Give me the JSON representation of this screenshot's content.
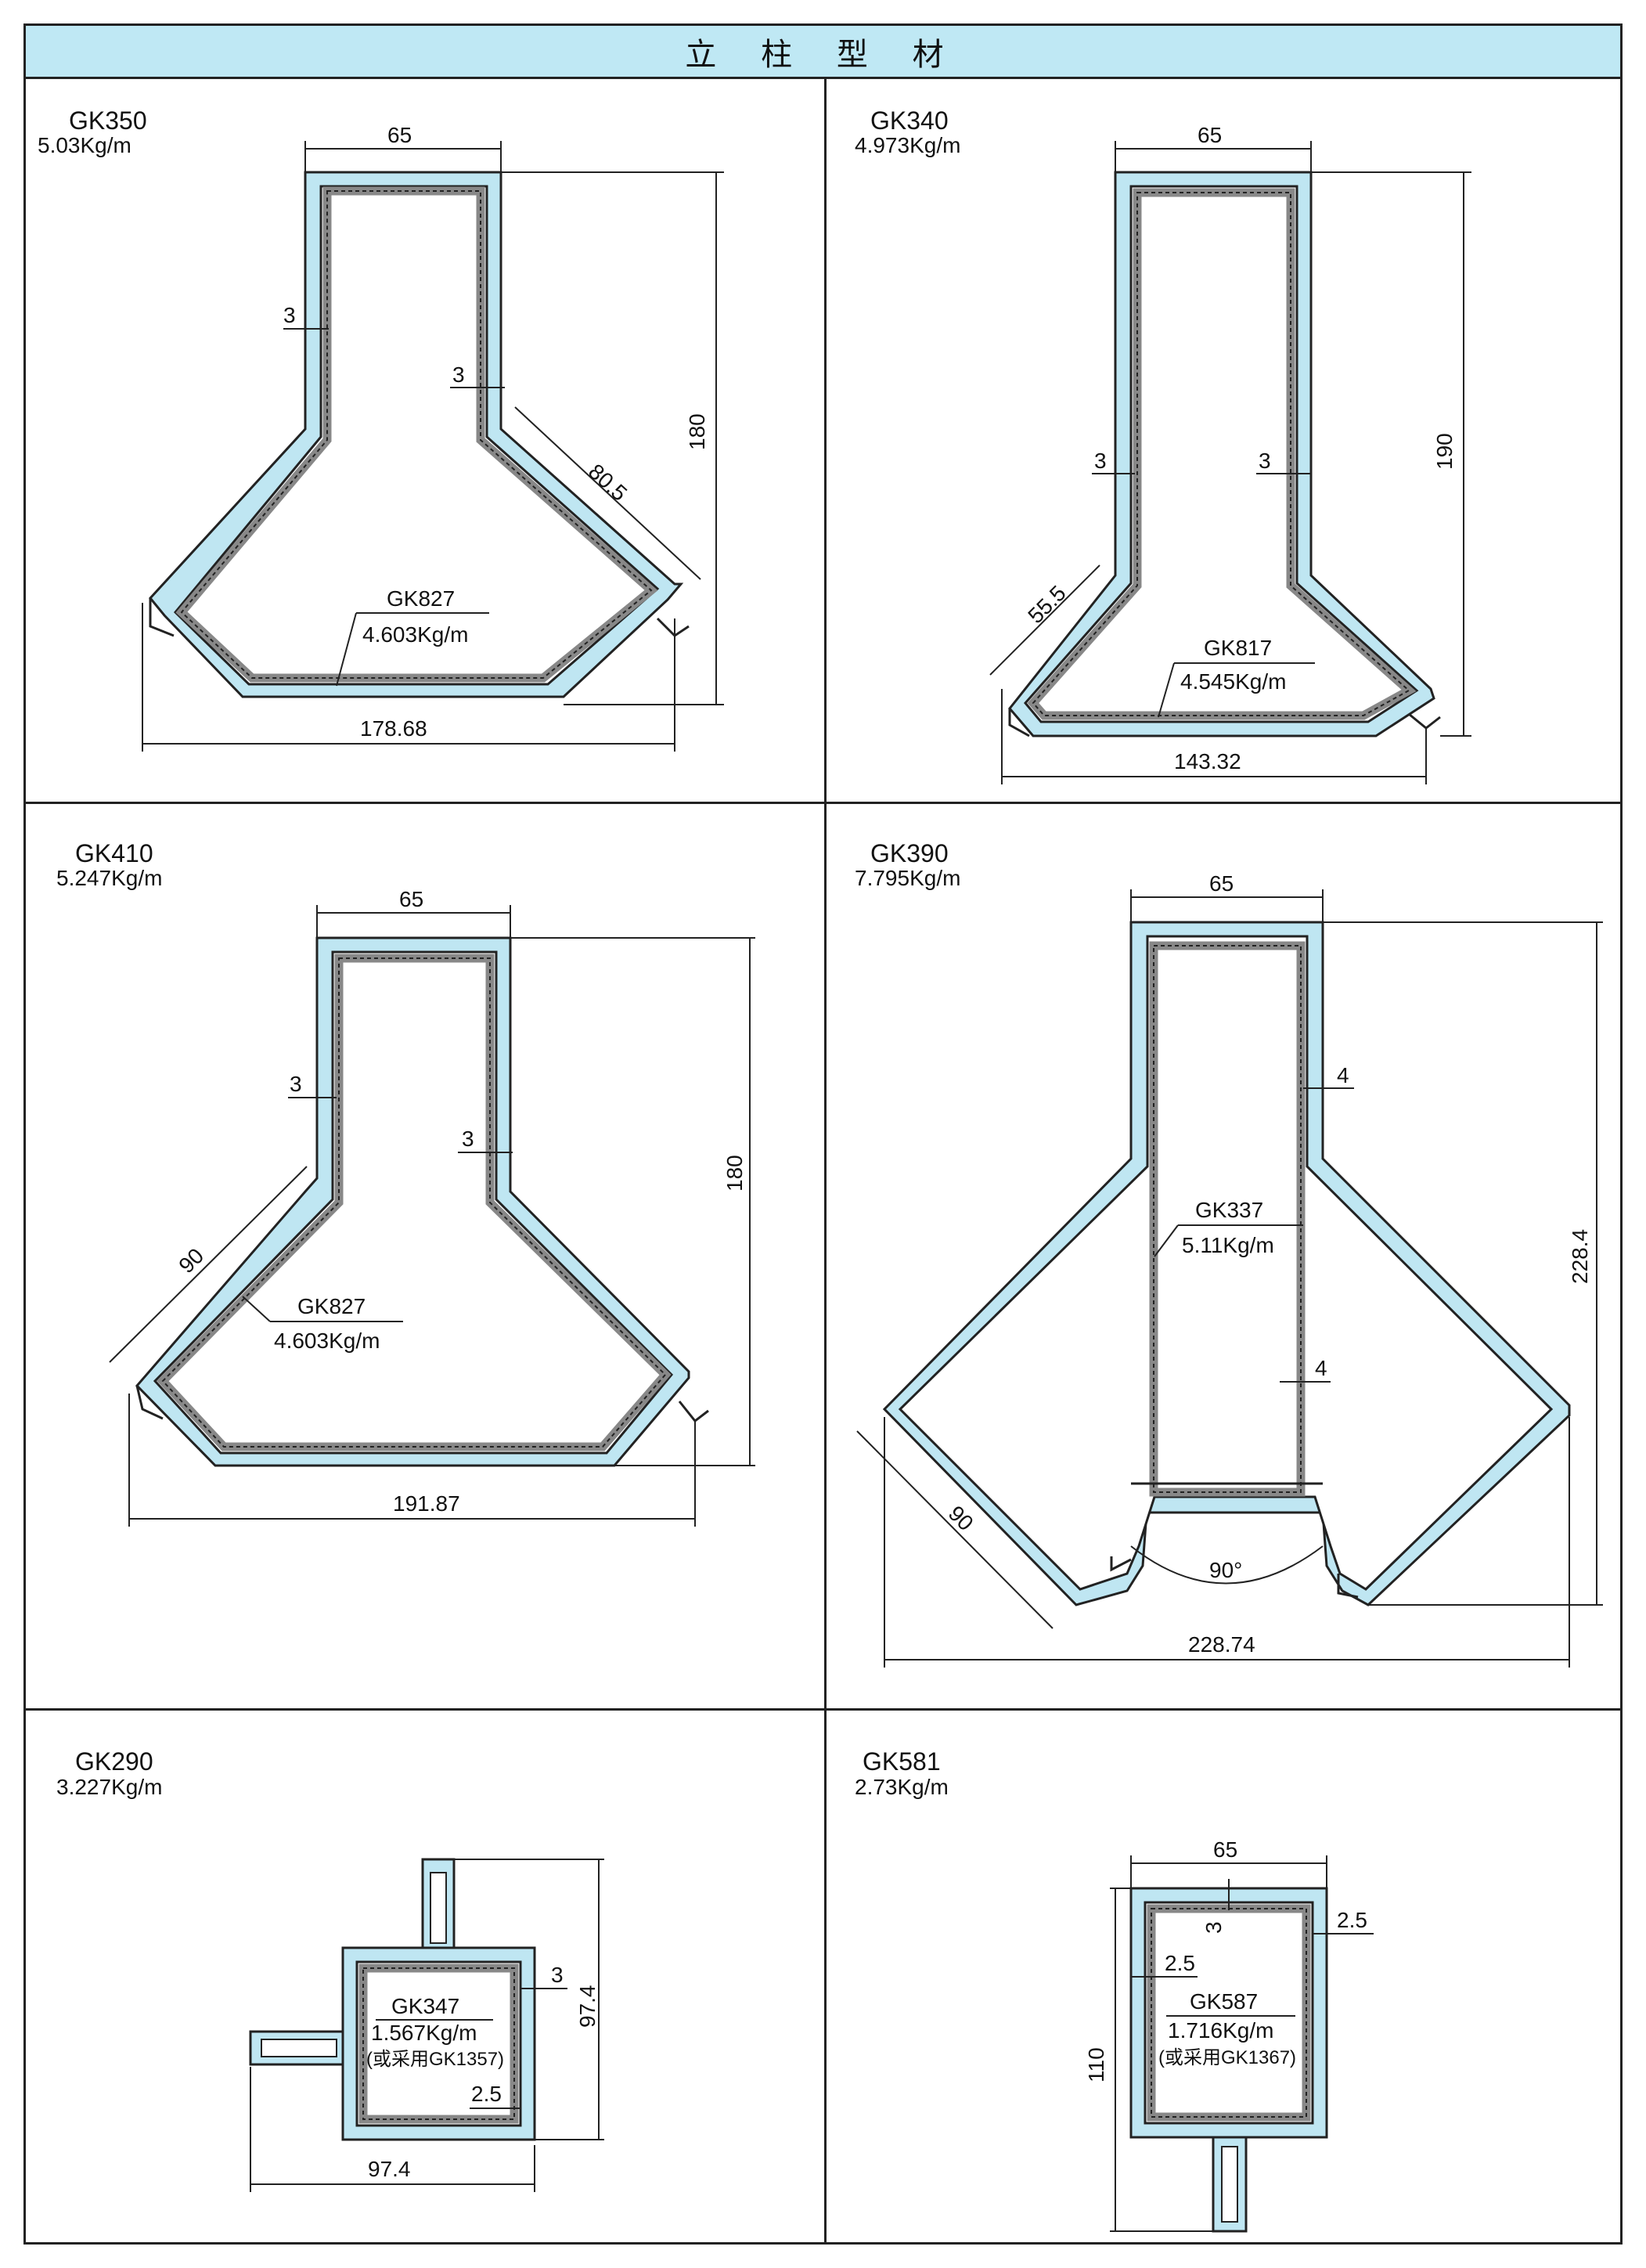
{
  "title": "立 柱 型 材",
  "colors": {
    "profile_fill": "#bfe6f2",
    "insert_fill": "#c8c8c8",
    "title_bar": "#bfe8f4",
    "line": "#222222"
  },
  "panels": [
    {
      "code": "GK350",
      "weight": "5.03Kg/m",
      "insert": {
        "code": "GK827",
        "weight": "4.603Kg/m"
      },
      "dims": {
        "top_width": "65",
        "height": "180",
        "side": "80.5",
        "bottom_width": "178.68",
        "wall_left": "3",
        "wall_right": "3"
      }
    },
    {
      "code": "GK340",
      "weight": "4.973Kg/m",
      "insert": {
        "code": "GK817",
        "weight": "4.545Kg/m"
      },
      "dims": {
        "top_width": "65",
        "height": "190",
        "side": "55.5",
        "bottom_width": "143.32",
        "wall_left": "3",
        "wall_right": "3"
      }
    },
    {
      "code": "GK410",
      "weight": "5.247Kg/m",
      "insert": {
        "code": "GK827",
        "weight": "4.603Kg/m"
      },
      "dims": {
        "top_width": "65",
        "height": "180",
        "side": "90",
        "bottom_width": "191.87",
        "wall_left": "3",
        "wall_right": "3"
      }
    },
    {
      "code": "GK390",
      "weight": "7.795Kg/m",
      "insert": {
        "code": "GK337",
        "weight": "5.11Kg/m"
      },
      "dims": {
        "top_width": "65",
        "height": "228.4",
        "side": "90",
        "bottom_width": "228.74",
        "angle": "90°",
        "wall_top": "4",
        "wall_bottom": "4"
      }
    },
    {
      "code": "GK290",
      "weight": "3.227Kg/m",
      "insert": {
        "code": "GK347",
        "weight": "1.567Kg/m",
        "note": "(或采用GK1357)"
      },
      "dims": {
        "height": "97.4",
        "width": "97.4",
        "wall_top": "3",
        "wall_bottom": "2.5"
      }
    },
    {
      "code": "GK581",
      "weight": "2.73Kg/m",
      "insert": {
        "code": "GK587",
        "weight": "1.716Kg/m",
        "note": "(或采用GK1367)"
      },
      "dims": {
        "top_width": "65",
        "height": "110",
        "wall_top": "3",
        "wall_right": "2.5",
        "wall_left": "2.5"
      }
    }
  ]
}
